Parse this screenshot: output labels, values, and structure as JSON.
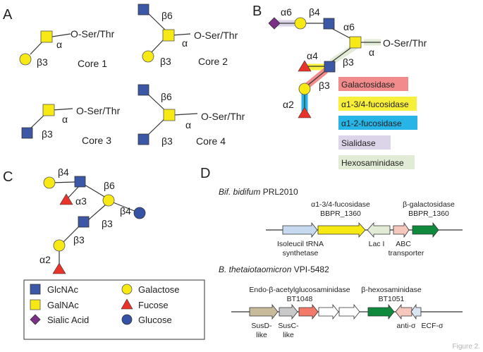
{
  "figure_label": "Figure 2.",
  "panels": {
    "A": "A",
    "B": "B",
    "C": "C",
    "D": "D"
  },
  "colors": {
    "glcnac": "#3b57a6",
    "galnac": "#f7e914",
    "galactose": "#f7e914",
    "fucose": "#e8332a",
    "sialic": "#7b2f86",
    "glucose": "#3552a4",
    "galactosidase": "#f28b8b",
    "fucosidase_13_4": "#f7ef3a",
    "fucosidase_12": "#27b4e6",
    "sialidase": "#dcd4e8",
    "hexosaminidase": "#e2ebd5"
  },
  "panel_a": {
    "o_ser_thr": "O-Ser/Thr",
    "alpha": "α",
    "beta3": "β3",
    "beta6": "β6",
    "core1": "Core 1",
    "core2": "Core 2",
    "core3": "Core 3",
    "core4": "Core 4"
  },
  "panel_b": {
    "alpha6_a": "α6",
    "beta4": "β4",
    "alpha6_b": "α6",
    "o_ser_thr": "O-Ser/Thr",
    "alpha": "α",
    "alpha4": "α4",
    "beta3_a": "β3",
    "beta3_b": "β3",
    "alpha2": "α2",
    "legend": [
      "Galactosidase",
      "α1-3/4-fucosidase",
      "α1-2-fucosidase",
      "Sialidase",
      "Hexosaminidase"
    ]
  },
  "panel_c": {
    "beta4_top": "β4",
    "beta6": "β6",
    "alpha3": "α3",
    "beta4_right": "β4",
    "beta3_a": "β3",
    "beta3_b": "β3",
    "alpha2": "α2",
    "legend": {
      "glcnac": "GlcNAc",
      "galactose": "Galactose",
      "galnac": "GalNAc",
      "fucose": "Fucose",
      "sialic": "Sialic Acid",
      "glucose": "Glucose"
    }
  },
  "panel_d": {
    "org1_italic": "Bif. bidifum",
    "org1_strain": " PRL2010",
    "fuc_label1": "α1-3/4-fucosidase",
    "fuc_label2": "BBPR_1360",
    "gal_label1": "β-galactosidase",
    "gal_label2": "BBPR_1360",
    "iso1": "Isoleucil tRNA",
    "iso2": "synthetase",
    "laci": "Lac I",
    "abc1": "ABC",
    "abc2": "transporter",
    "org2_italic": "B. thetaiotaomicron",
    "org2_strain": " VPI-5482",
    "endo1": "Endo-β-acetylglucosaminidase",
    "endo2": "BT1048",
    "hex1": "β-hexosaminidase",
    "hex2": "BT1051",
    "susd1": "SusD-",
    "susd2": "like",
    "susc1": "SusC-",
    "susc2": "like",
    "antisigma": "anti-σ",
    "ecf": "ECF-σ"
  }
}
